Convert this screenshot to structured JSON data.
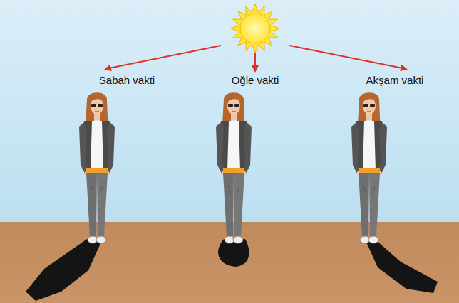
{
  "diagram": {
    "labels": [
      "Sabah vakti",
      "Öğle vakti",
      "Akşam vakti"
    ]
  }
}
